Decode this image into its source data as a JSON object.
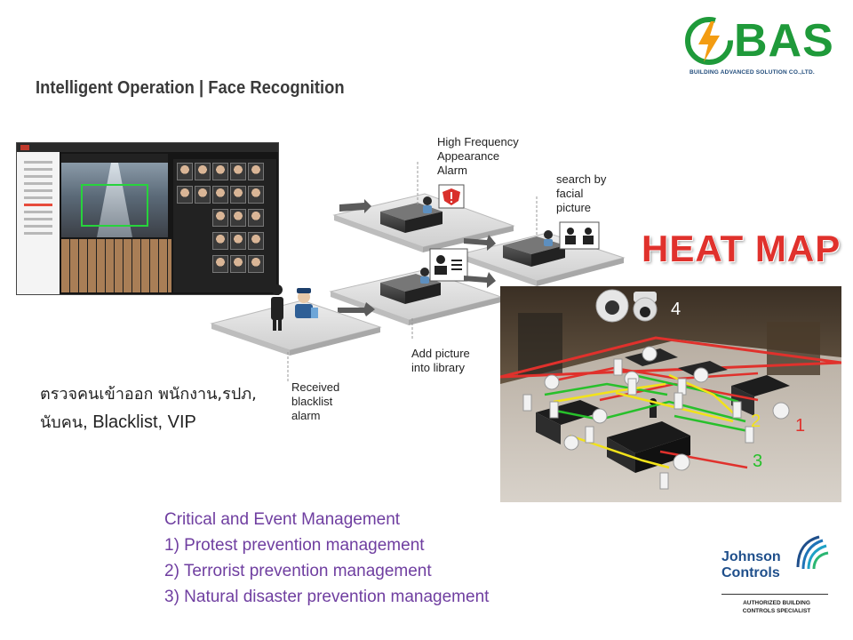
{
  "header": {
    "title": "Intelligent Operation | Face Recognition",
    "logo_text": "BAS",
    "logo_subtitle": "BUILDING ADVANCED SOLUTION CO.,LTD."
  },
  "scenario": {
    "labels": {
      "high_frequency": [
        "High Frequency",
        "Appearance",
        "Alarm"
      ],
      "search": [
        "search by",
        "facial",
        "picture"
      ],
      "add_picture": [
        "Add picture",
        "into library"
      ],
      "blacklist_alarm": [
        "Received",
        "blacklist",
        "alarm"
      ]
    }
  },
  "heat_map": {
    "title": "HEAT MAP",
    "markers": [
      "1",
      "2",
      "3",
      "4"
    ]
  },
  "thai_text": {
    "line1": "ตรวจคนเข้าออก พนักงาน,รปภ,",
    "line2_thai": "นับคน",
    "line2_en": ", Blacklist, VIP"
  },
  "management": {
    "heading": "Critical and Event Management",
    "items": [
      "1) Protest prevention management",
      "2) Terrorist prevention management",
      "3) Natural disaster prevention management"
    ]
  },
  "partner": {
    "name_line1": "Johnson",
    "name_line2": "Controls",
    "tag_line1": "AUTHORIZED BUILDING",
    "tag_line2": "CONTROLS SPECIALIST"
  },
  "colors": {
    "bas_green": "#1f9a3a",
    "heat_red": "#e0312c",
    "management_purple": "#6f3ea0",
    "jc_blue": "#1f4f8b"
  }
}
